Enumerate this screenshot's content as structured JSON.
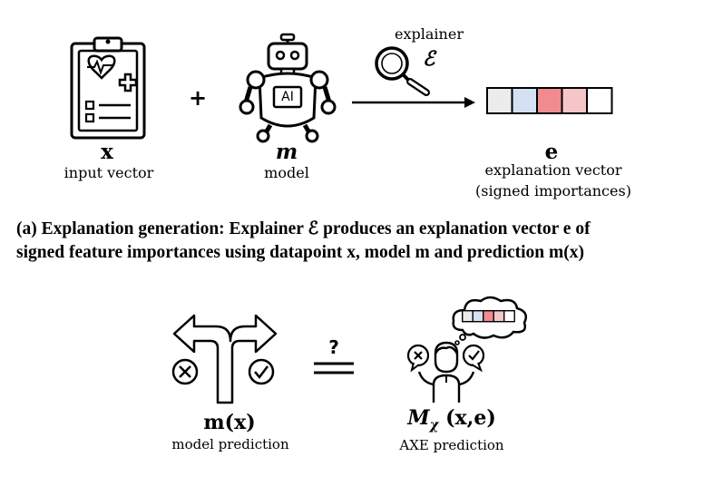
{
  "top": {
    "input": {
      "symbol": "x",
      "label": "input vector"
    },
    "plus": "+",
    "model": {
      "symbol": "m",
      "label": "model",
      "chip": "AI"
    },
    "explainer": {
      "label": "explainer",
      "symbol": "ℰ"
    },
    "explanation": {
      "symbol": "e",
      "label_line1": "explanation vector",
      "label_line2": "(signed importances)",
      "cell_colors": [
        "#ececec",
        "#d3e1f3",
        "#f08c90",
        "#f5c6c8",
        "#ffffff"
      ]
    }
  },
  "caption": {
    "line1": "(a) Explanation generation: Explainer ℰ produces an explanation vector e of",
    "line2": "signed feature importances using datapoint x, model m and prediction m(x)"
  },
  "bottom": {
    "model_prediction": {
      "symbol": "m(x)",
      "label": "model prediction"
    },
    "question": "?",
    "axe": {
      "symbol_main": "M",
      "symbol_sub": "χ",
      "symbol_args": " (x,e)",
      "label": "AXE prediction"
    },
    "thought_cell_colors": [
      "#ececec",
      "#d3e1f3",
      "#f08c90",
      "#f5c6c8",
      "#ffffff"
    ]
  }
}
